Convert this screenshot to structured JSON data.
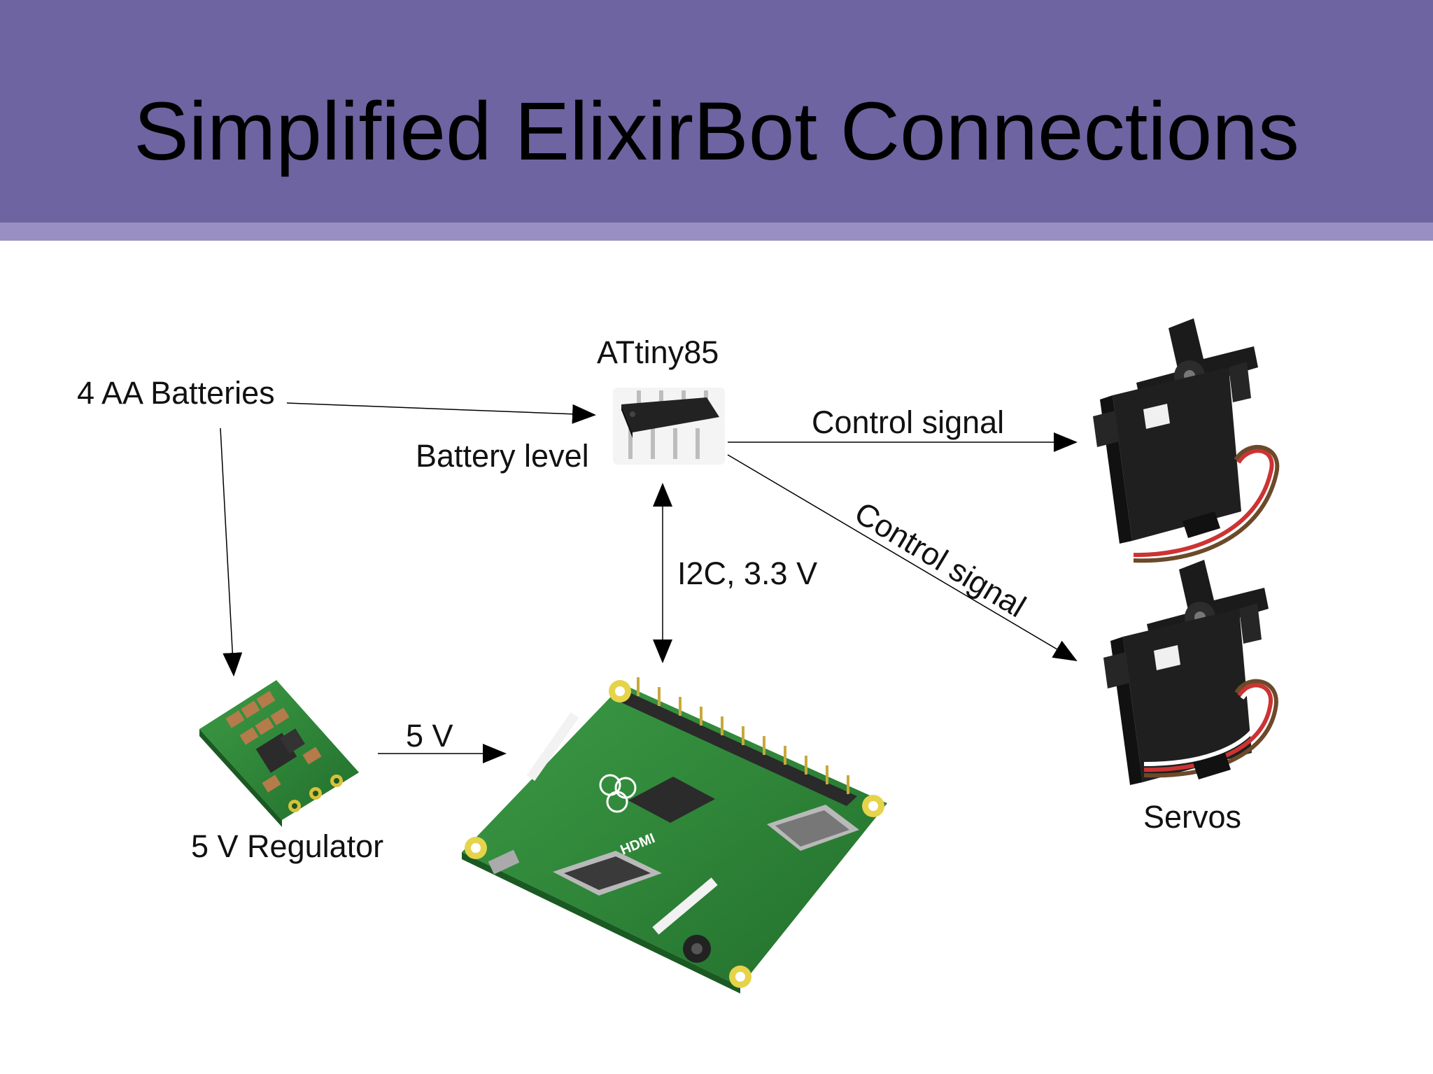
{
  "slide": {
    "title": "Simplified ElixirBot Connections"
  },
  "labels": {
    "batteries": "4 AA Batteries",
    "attiny": "ATtiny85",
    "battery_level": "Battery level",
    "control_signal_top": "Control signal",
    "control_signal_diag": "Control signal",
    "i2c": "I2C, 3.3 V",
    "five_v": "5 V",
    "regulator": "5 V Regulator",
    "servos": "Servos"
  },
  "colors": {
    "header": "#6e64a1",
    "header_band": "#9a8fc2",
    "pcb_green": "#2e8b3a",
    "servo_black": "#1b1b1b",
    "connector_gold": "#d9c13a"
  },
  "components": {
    "attiny_chip_marking": "",
    "pi_silkscreen": "HDMI"
  }
}
